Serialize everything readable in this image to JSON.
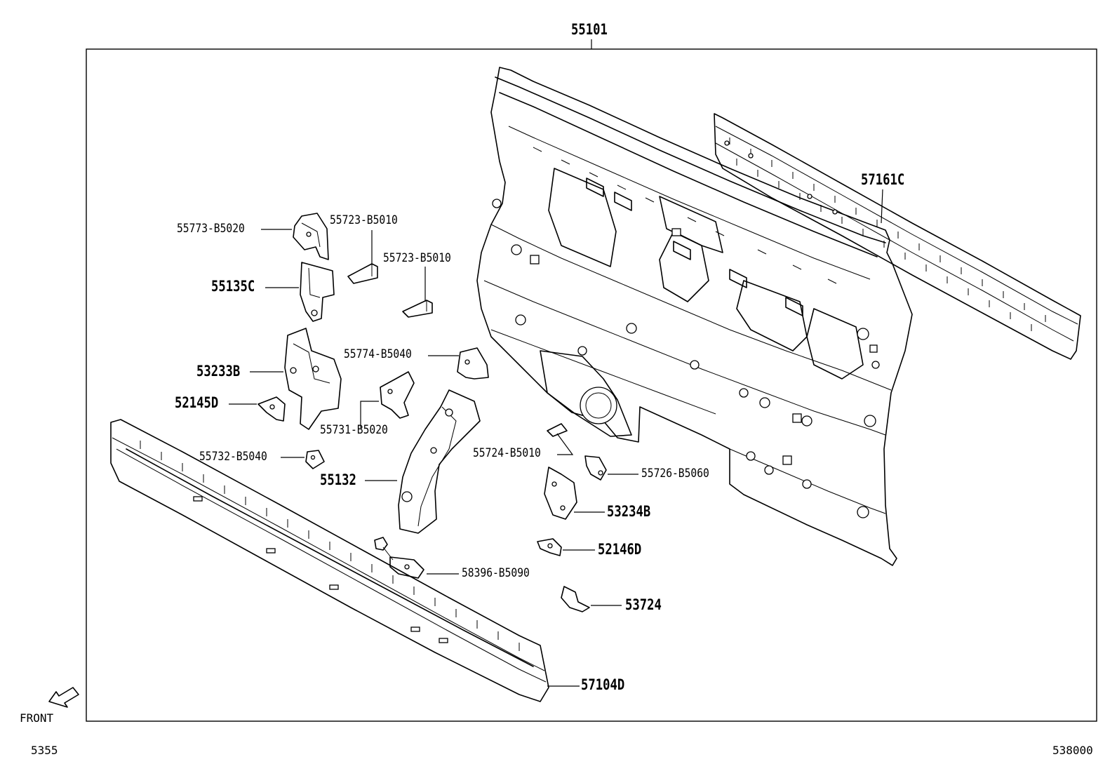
{
  "diagram": {
    "callouts": {
      "c55101": "55101",
      "c57161C": "57161C",
      "c55773": "55773-B5020",
      "c55723a": "55723-B5010",
      "c55723b": "55723-B5010",
      "c55135C": "55135C",
      "c55774": "55774-B5040",
      "c53233B": "53233B",
      "c52145D": "52145D",
      "c55731": "55731-B5020",
      "c55732": "55732-B5040",
      "c55724": "55724-B5010",
      "c55726": "55726-B5060",
      "c55132": "55132",
      "c53234B": "53234B",
      "c52146D": "52146D",
      "c58396": "58396-B5090",
      "c53724": "53724",
      "c57104D": "57104D"
    },
    "front_label": "FRONT",
    "page_code_left": "5355",
    "page_code_right": "538000"
  }
}
